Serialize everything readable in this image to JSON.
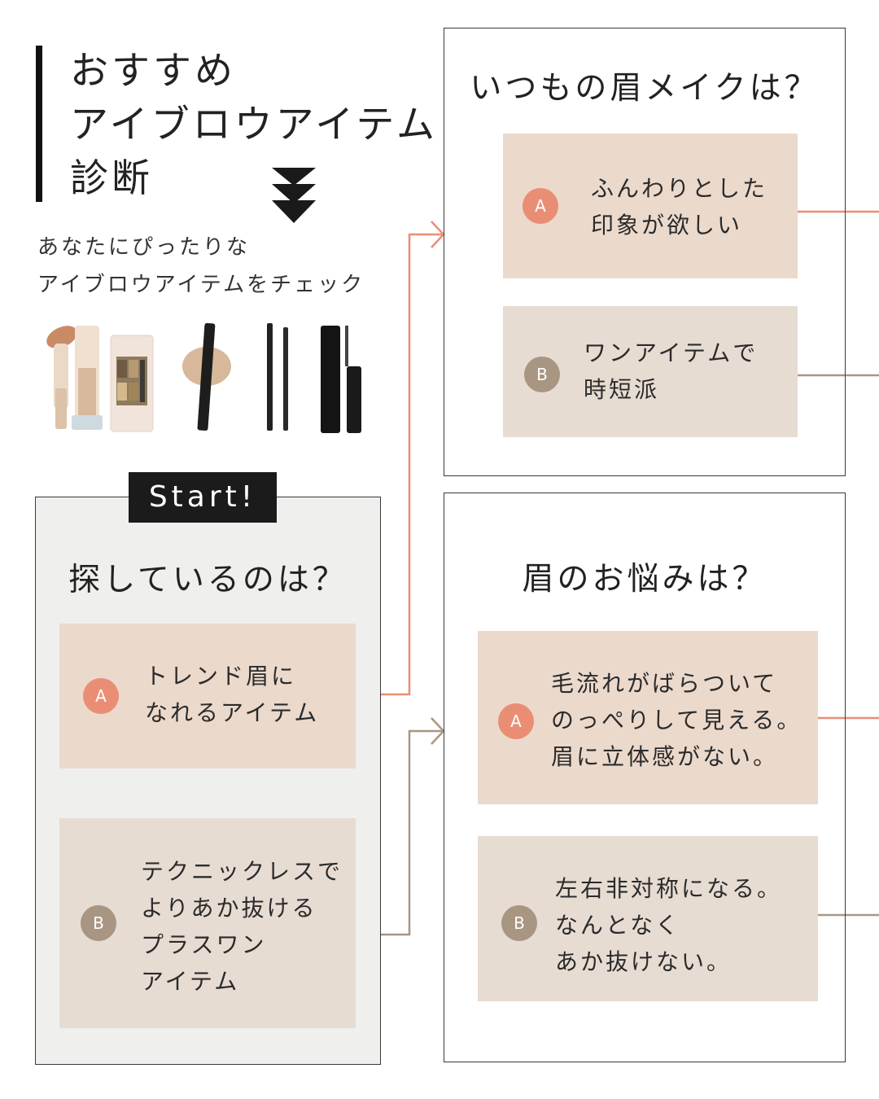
{
  "header": {
    "title_lines": [
      "おすすめ",
      "アイブロウアイテム",
      "診断"
    ],
    "subtitle_lines": [
      "あなたにぴったりな",
      "アイブロウアイテムをチェック"
    ]
  },
  "start_label": "Start!",
  "q1": {
    "heading": "探しているのは？",
    "option_a": {
      "badge": "A",
      "lines": [
        "トレンド眉に",
        "なれるアイテム"
      ]
    },
    "option_b": {
      "badge": "B",
      "lines": [
        "テクニックレスで",
        "よりあか抜ける",
        "プラスワン",
        "アイテム"
      ]
    }
  },
  "q2": {
    "heading": "いつもの眉メイクは？",
    "option_a": {
      "badge": "A",
      "lines": [
        "ふんわりとした",
        "印象が欲しい"
      ]
    },
    "option_b": {
      "badge": "B",
      "lines": [
        "ワンアイテムで",
        "時短派"
      ]
    }
  },
  "q3": {
    "heading": "眉のお悩みは？",
    "option_a": {
      "badge": "A",
      "lines": [
        "毛流れがばらついて",
        "のっぺりして見える。",
        "眉に立体感がない。"
      ]
    },
    "option_b": {
      "badge": "B",
      "lines": [
        "左右非対称になる。",
        "なんとなく",
        "あか抜けない。"
      ]
    }
  },
  "colors": {
    "accent_a": "#e98e74",
    "accent_b": "#a89683",
    "option_a_bg": "#ebd9cc",
    "option_b_bg": "#e7dcd2",
    "start_panel_bg": "#efefed"
  },
  "icons": [
    "triple-chevron-down-icon",
    "eyebrow-products-image"
  ]
}
